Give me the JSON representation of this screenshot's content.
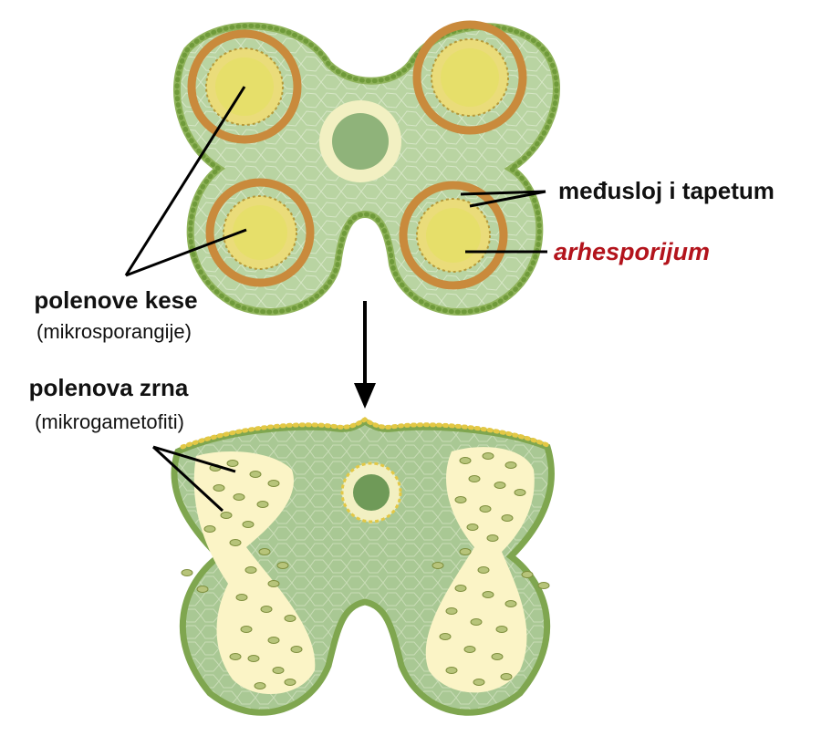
{
  "labels": {
    "interlayer_tapetum": "međusloj i tapetum",
    "archesporium": "arhesporijum",
    "pollen_sacs": "polenove kese",
    "pollen_sacs_sub": "(mikrosporangije)",
    "pollen_grains": "polenova zrna",
    "pollen_grains_sub": "(mikrogametofiti)"
  },
  "colors": {
    "tissue": "#b7d3a0",
    "epidermis": "#8fb35a",
    "epidermis_beads": "#6f9a3a",
    "interlayer": "#c98a3c",
    "tapetum": "#eadc7a",
    "archesporium": "#e6df6a",
    "vascular_ring": "#f2f0c2",
    "vascular_core": "#7fa86a",
    "pollen_cavity": "#fbf4c6",
    "pollen_grain": "#b7c47a",
    "accent_red": "#b3141c",
    "line": "#000000"
  }
}
